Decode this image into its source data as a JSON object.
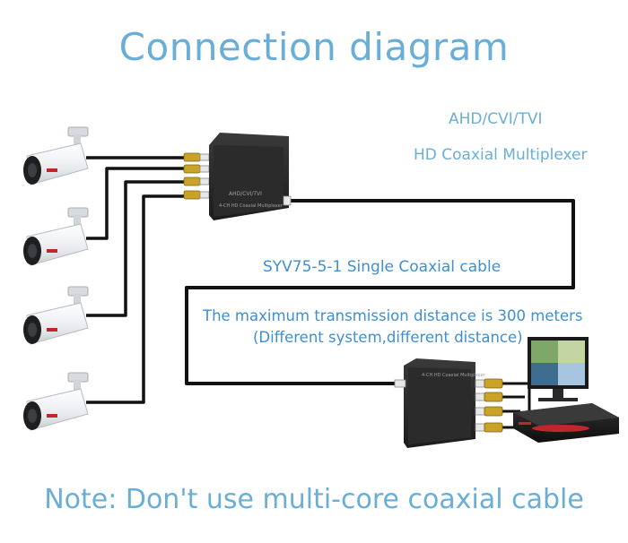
{
  "title": "Connection diagram",
  "multiplexer_label": {
    "line1": "AHD/CVI/TVI",
    "line2": "HD Coaxial Multiplexer"
  },
  "cable_label": "SYV75-5-1  Single Coaxial cable",
  "distance_label": {
    "line1": "The maximum transmission distance is 300 meters",
    "line2": "(Different system,different distance)"
  },
  "note": "Note: Don't use multi-core coaxial cable",
  "transmitter": {
    "top_label": "AHD/CVI/TVI",
    "front_label": "4-CH HD Coaxial Multiplexer"
  },
  "receiver": {
    "top_label": "4-CH HD Coaxial Multiplexer"
  },
  "cameras": [
    {
      "id": "camera-1"
    },
    {
      "id": "camera-2"
    },
    {
      "id": "camera-3"
    },
    {
      "id": "camera-4"
    }
  ],
  "colors": {
    "title_blue": "#6aaed6",
    "text_blue": "#3f8fd1",
    "cable": "#111111",
    "device_body": "#2a2a2a",
    "dvr_accent": "#c0272d"
  }
}
